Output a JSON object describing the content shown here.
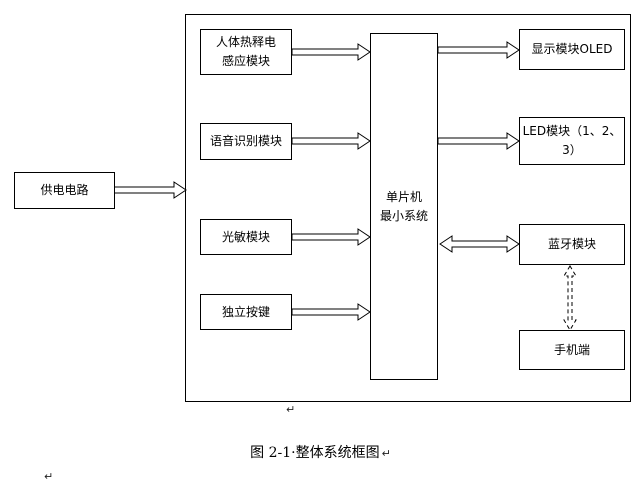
{
  "diagram": {
    "power": {
      "label": "供电电路"
    },
    "left_modules": [
      {
        "lines": [
          "人体热释电",
          "感应模块"
        ]
      },
      {
        "lines": [
          "语音识别模块"
        ]
      },
      {
        "lines": [
          "光敏模块"
        ]
      },
      {
        "lines": [
          "独立按键"
        ]
      }
    ],
    "mcu": {
      "lines": [
        "单片机",
        "最小系统"
      ]
    },
    "right_modules": [
      {
        "lines": [
          "显示模块OLED"
        ]
      },
      {
        "lines": [
          "LED模块（1、2、",
          "3）"
        ]
      },
      {
        "lines": [
          "蓝牙模块"
        ]
      },
      {
        "lines": [
          "手机端"
        ]
      }
    ],
    "caption": "图 2-1·整体系统框图",
    "pilcrow": "↵",
    "colors": {
      "line": "#000000",
      "background": "#ffffff"
    }
  }
}
